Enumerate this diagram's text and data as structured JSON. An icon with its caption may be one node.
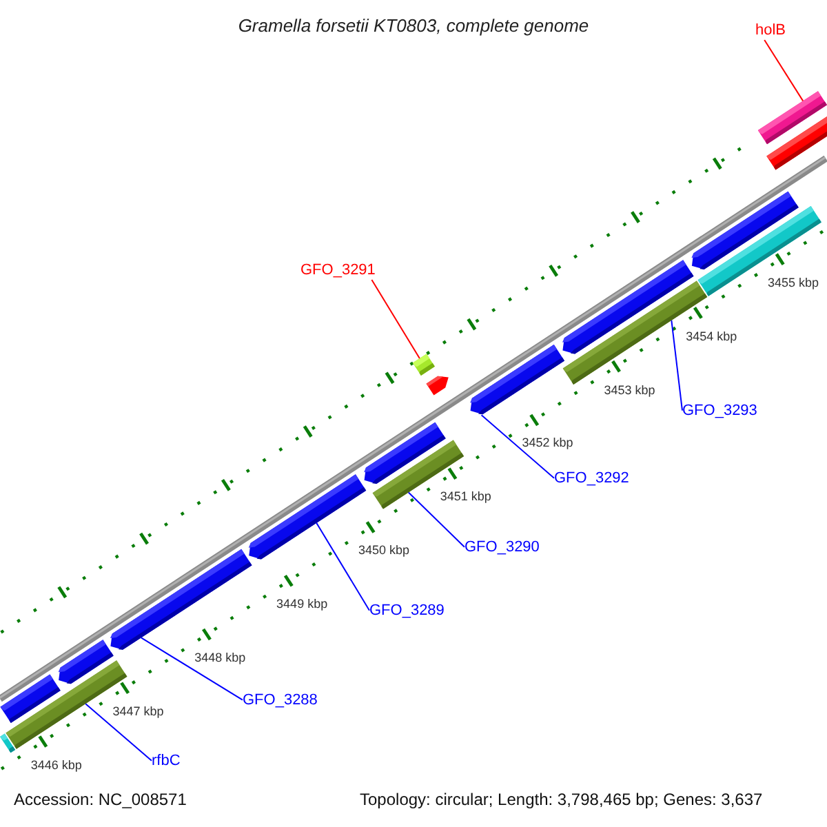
{
  "diagram": {
    "title": "Gramella forsetii KT0803, complete genome",
    "nodes": [
      {
        "text": [
          "holB"
        ]
      },
      {
        "text": [],
        "shape": "bar"
      },
      {
        "text": [
          "GFO_3291"
        ]
      },
      {
        "text": [],
        "shape": "bar"
      },
      {
        "text": [
          "GFO_3293"
        ]
      },
      {
        "text": [],
        "shape": "bar"
      },
      {
        "text": [
          "GFO_3292"
        ]
      },
      {
        "text": [],
        "shape": "bar"
      },
      {
        "text": [
          "GFO_3290"
        ]
      },
      {
        "text": [],
        "shape": "bar"
      },
      {
        "text": [
          "GFO_3289"
        ]
      },
      {
        "text": [],
        "shape": "bar"
      },
      {
        "text": [
          "GFO_3288"
        ]
      },
      {
        "text": [],
        "shape": "bar"
      },
      {
        "text": [
          "rfbC"
        ]
      },
      {
        "text": [],
        "shape": "bar"
      },
      {
        "text": [],
        "shape": "bar"
      },
      {
        "text": [],
        "shape": "bar"
      },
      {
        "text": [],
        "shape": "bar"
      },
      {
        "text": [],
        "shape": "bar"
      },
      {
        "text": [],
        "shape": "bar"
      },
      {
        "text": [],
        "shape": "bar"
      },
      {
        "text": [],
        "shape": "bar"
      },
      {
        "text": [],
        "shape": "bar"
      },
      {
        "text": [],
        "shape": "pentagon"
      }
    ],
    "edges": [
      {
        "from": 0,
        "to": 1,
        "arrow": "none",
        "color": "#ff0000"
      },
      {
        "from": 2,
        "to": 3,
        "arrow": "none",
        "color": "#ff0000"
      },
      {
        "from": 4,
        "to": 5,
        "arrow": "none"
      },
      {
        "from": 6,
        "to": 7,
        "arrow": "none"
      },
      {
        "from": 8,
        "to": 9,
        "arrow": "none"
      },
      {
        "from": 10,
        "to": 11,
        "arrow": "none"
      },
      {
        "from": 12,
        "to": 13,
        "arrow": "none"
      },
      {
        "from": 14,
        "to": 15,
        "arrow": "none"
      }
    ],
    "labels": [
      "3455 kbp",
      "3454 kbp",
      "3453 kbp",
      "3452 kbp",
      "3451 kbp",
      "3450 kbp",
      "3449 kbp",
      "3448 kbp",
      "3447 kbp",
      "3446 kbp",
      "Accession: NC_008571",
      "Topology: circular; Length: 3,798,465 bp; Genes: 3,637"
    ]
  }
}
